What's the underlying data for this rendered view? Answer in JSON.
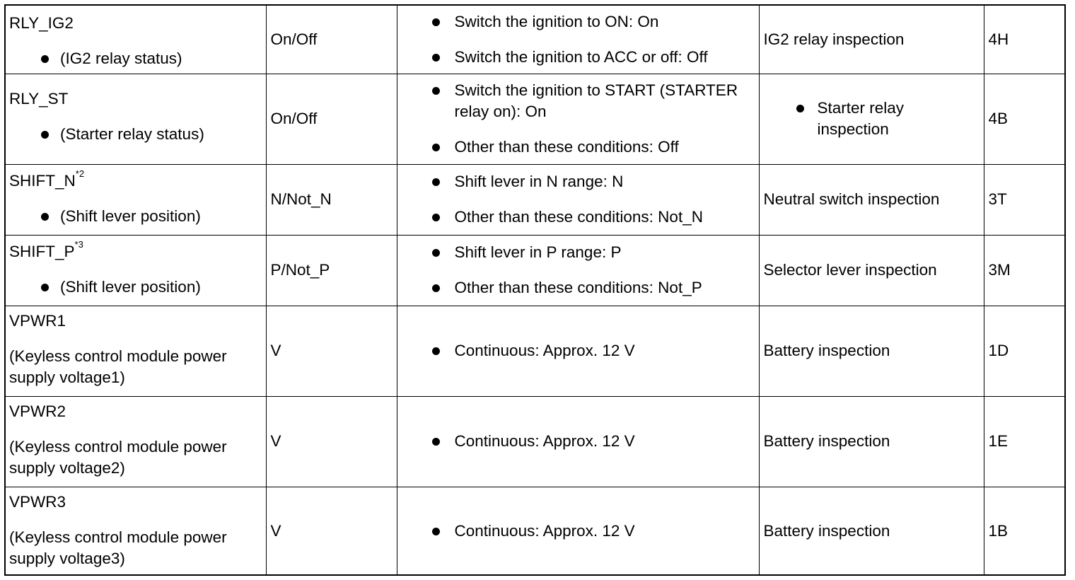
{
  "rows": [
    {
      "name": "RLY_IG2",
      "sup": "",
      "note": "(IG2 relay status)",
      "note_bulleted": true,
      "unit": "On/Off",
      "conditions": [
        "Switch the ignition to ON: On",
        "Switch the ignition to ACC or off: Off"
      ],
      "inspection": "IG2 relay inspection",
      "inspection_bulleted": false,
      "terminal": "4H"
    },
    {
      "name": "RLY_ST",
      "sup": "",
      "note": "(Starter relay status)",
      "note_bulleted": true,
      "unit": "On/Off",
      "conditions": [
        "Switch the ignition to START (STARTER relay on): On",
        "Other than these conditions: Off"
      ],
      "inspection": "Starter relay inspection",
      "inspection_bulleted": true,
      "terminal": "4B"
    },
    {
      "name": "SHIFT_N",
      "sup": "*2",
      "note": "(Shift lever position)",
      "note_bulleted": true,
      "unit": "N/Not_N",
      "conditions": [
        "Shift lever in N range: N",
        "Other than these conditions: Not_N"
      ],
      "inspection": "Neutral switch inspection",
      "inspection_bulleted": false,
      "terminal": "3T"
    },
    {
      "name": "SHIFT_P",
      "sup": "*3",
      "note": "(Shift lever position)",
      "note_bulleted": true,
      "unit": "P/Not_P",
      "conditions": [
        "Shift lever in P range: P",
        "Other than these conditions: Not_P"
      ],
      "inspection": "Selector lever inspection",
      "inspection_bulleted": false,
      "terminal": "3M"
    },
    {
      "name": "VPWR1",
      "sup": "",
      "note": "(Keyless control module power supply voltage1)",
      "note_bulleted": false,
      "unit": "V",
      "conditions": [
        "Continuous: Approx. 12 V"
      ],
      "inspection": "Battery inspection",
      "inspection_bulleted": false,
      "terminal": "1D"
    },
    {
      "name": "VPWR2",
      "sup": "",
      "note": "(Keyless control module power supply voltage2)",
      "note_bulleted": false,
      "unit": "V",
      "conditions": [
        "Continuous: Approx. 12 V"
      ],
      "inspection": "Battery inspection",
      "inspection_bulleted": false,
      "terminal": "1E"
    },
    {
      "name": "VPWR3",
      "sup": "",
      "note": "(Keyless control module power supply voltage3)",
      "note_bulleted": false,
      "unit": "V",
      "conditions": [
        "Continuous: Approx. 12 V"
      ],
      "inspection": "Battery inspection",
      "inspection_bulleted": false,
      "terminal": "1B"
    }
  ]
}
